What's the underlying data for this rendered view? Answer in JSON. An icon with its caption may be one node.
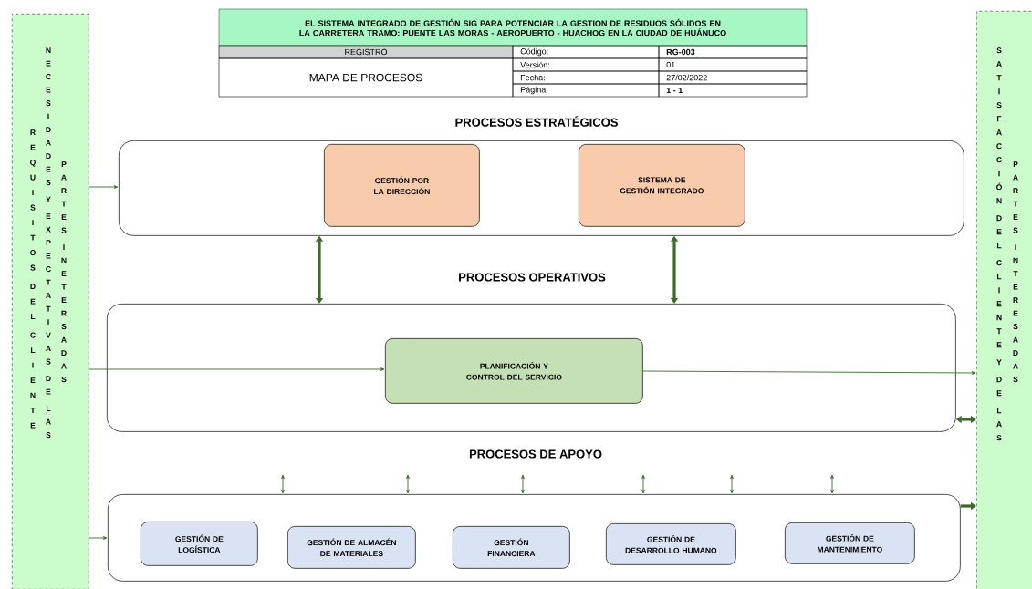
{
  "diagram": {
    "title": "EL SISTEMA INTEGRADO DE GESTIÓN SIG PARA POTENCIAR LA GESTION DE RESIDUOS SÓLIDOS EN LA CARRETERA TRAMO: PUENTE LAS MORAS - AEROPUERTO - HUACHOG EN LA CIUDAD DE HUÁNUCO",
    "nodes": [
      {
        "text": [
          "REQUISITOS DEL CLIENTE",
          "NECESIDADES Y EXPECTATIVAS DE LAS",
          "PARTES INETERSADAS"
        ]
      },
      {
        "text": [
          "PROCESOS ESTRATÉGICOS"
        ]
      },
      {
        "text": [
          "GESTIÓN POR LA DIRECCIÓN"
        ],
        "in": 1
      },
      {
        "text": [
          "SISTEMA DE GESTIÓN INTEGRADO"
        ],
        "in": 1
      },
      {
        "text": [
          "PROCESOS OPERATIVOS"
        ]
      },
      {
        "text": [
          "PLANIFICACIÓN Y CONTROL DEL SERVICIO"
        ],
        "in": 4
      },
      {
        "text": [
          "PROCESOS DE APOYO"
        ]
      },
      {
        "text": [
          "GESTIÓN DE LOGÍSTICA"
        ],
        "in": 6
      },
      {
        "text": [
          "GESTIÓN DE ALMACÉN DE MATERIALES"
        ],
        "in": 6
      },
      {
        "text": [
          "GESTIÓN FINANCIERA"
        ],
        "in": 6
      },
      {
        "text": [
          "GESTIÓN DE DESARROLLO HUMANO"
        ],
        "in": 6
      },
      {
        "text": [
          "GESTIÓN DE MANTENIMIENTO"
        ],
        "in": 6
      },
      {
        "text": [
          "SATISFACCIÓN DEL CLIENTE Y DE LAS",
          "PARTES INTERESADAS"
        ]
      }
    ],
    "edges": [
      {
        "from": 0,
        "to": 1,
        "arrow": "to"
      },
      {
        "from": 0,
        "to": 5,
        "arrow": "to"
      },
      {
        "from": 0,
        "to": 6,
        "arrow": "to"
      },
      {
        "from": 5,
        "to": 12,
        "arrow": "to"
      },
      {
        "from": 4,
        "to": 12,
        "arrow": "both",
        "style": "thick"
      },
      {
        "from": 6,
        "to": 12,
        "arrow": "to",
        "style": "thick"
      },
      {
        "from": 1,
        "to": 4,
        "arrow": "both",
        "style": "thick"
      },
      {
        "from": 1,
        "to": 4,
        "arrow": "both",
        "style": "thick"
      },
      {
        "from": null,
        "to": 6,
        "arrow": "both"
      },
      {
        "from": null,
        "to": 6,
        "arrow": "both"
      },
      {
        "from": null,
        "to": 6,
        "arrow": "both"
      },
      {
        "from": null,
        "to": 6,
        "arrow": "both"
      },
      {
        "from": null,
        "to": 6,
        "arrow": "both"
      },
      {
        "from": null,
        "to": 6,
        "arrow": "both"
      }
    ],
    "labels": [
      "REGISTRO",
      "Código:",
      "RG-003",
      "MAPA DE PROCESOS",
      "Versión:",
      "01",
      "Fecha:",
      "27/02/2022",
      "Página:",
      "1 - 1"
    ]
  }
}
